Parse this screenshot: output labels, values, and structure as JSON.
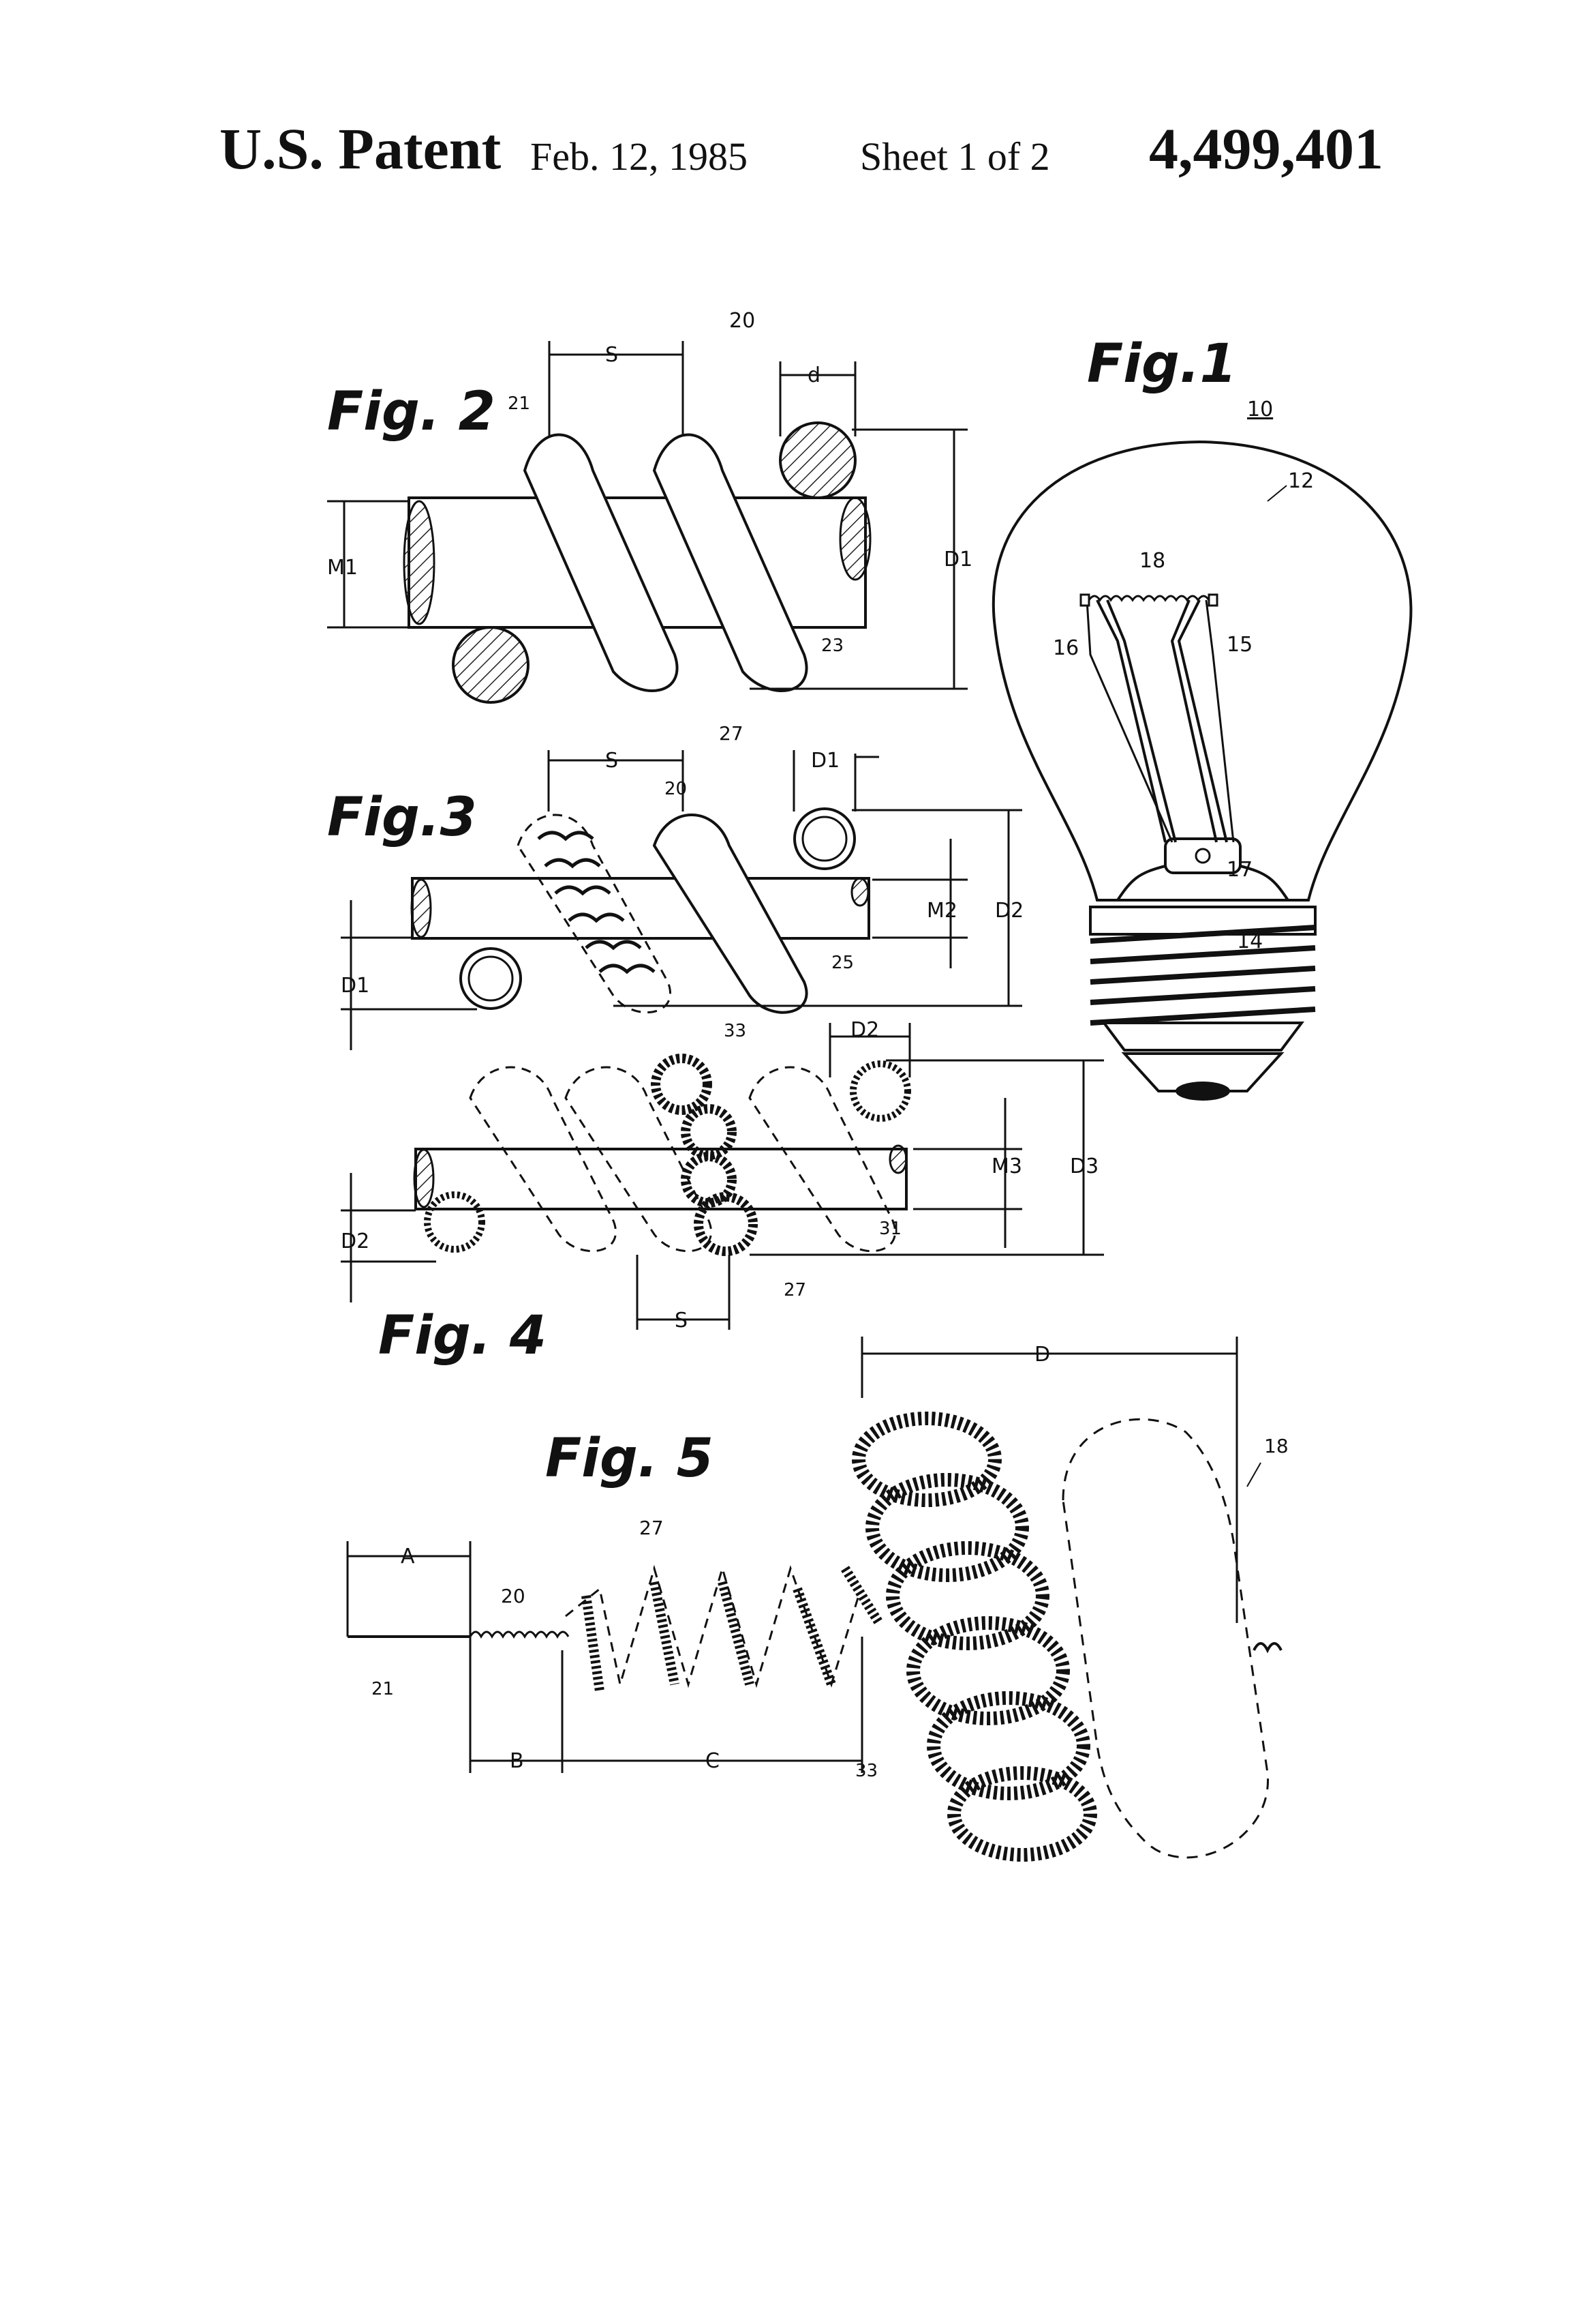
{
  "header": {
    "title": "U.S. Patent",
    "date": "Feb. 12, 1985",
    "sheet": "Sheet 1 of 2",
    "patent_number": "4,499,401"
  },
  "figures": {
    "fig1": {
      "label": "Fig.1",
      "refs": {
        "lamp": "10",
        "bulb": "12",
        "base": "14",
        "lead_right": "15",
        "lead_left": "16",
        "stem": "17",
        "filament": "18"
      }
    },
    "fig2": {
      "label": "Fig. 2",
      "refs": {
        "coil": "20",
        "wire": "21",
        "mandrel": "23"
      },
      "dims": {
        "pitch": "S",
        "wire_dia": "d",
        "mandrel_dia": "M1",
        "coil_dia": "D1"
      }
    },
    "fig3": {
      "label": "Fig.3",
      "refs": {
        "coil_20": "20",
        "coil_27": "27",
        "mandrel": "25"
      },
      "dims": {
        "pitch": "S",
        "d1_top": "D1",
        "mandrel_dia": "M2",
        "coil_dia": "D2",
        "d1_left": "D1"
      }
    },
    "fig4": {
      "label": "Fig. 4",
      "refs": {
        "coil_33": "33",
        "coil_27": "27",
        "mandrel": "31"
      },
      "dims": {
        "d2_top": "D2",
        "mandrel_dia": "M3",
        "coil_dia": "D3",
        "d2_left": "D2",
        "pitch": "S"
      }
    },
    "fig5": {
      "label": "Fig. 5",
      "refs": {
        "filament": "18",
        "coil_27": "27",
        "coil_20": "20",
        "wire": "21",
        "coil_33": "33"
      },
      "dims": {
        "a": "A",
        "b": "B",
        "c": "C",
        "d": "D"
      }
    }
  }
}
